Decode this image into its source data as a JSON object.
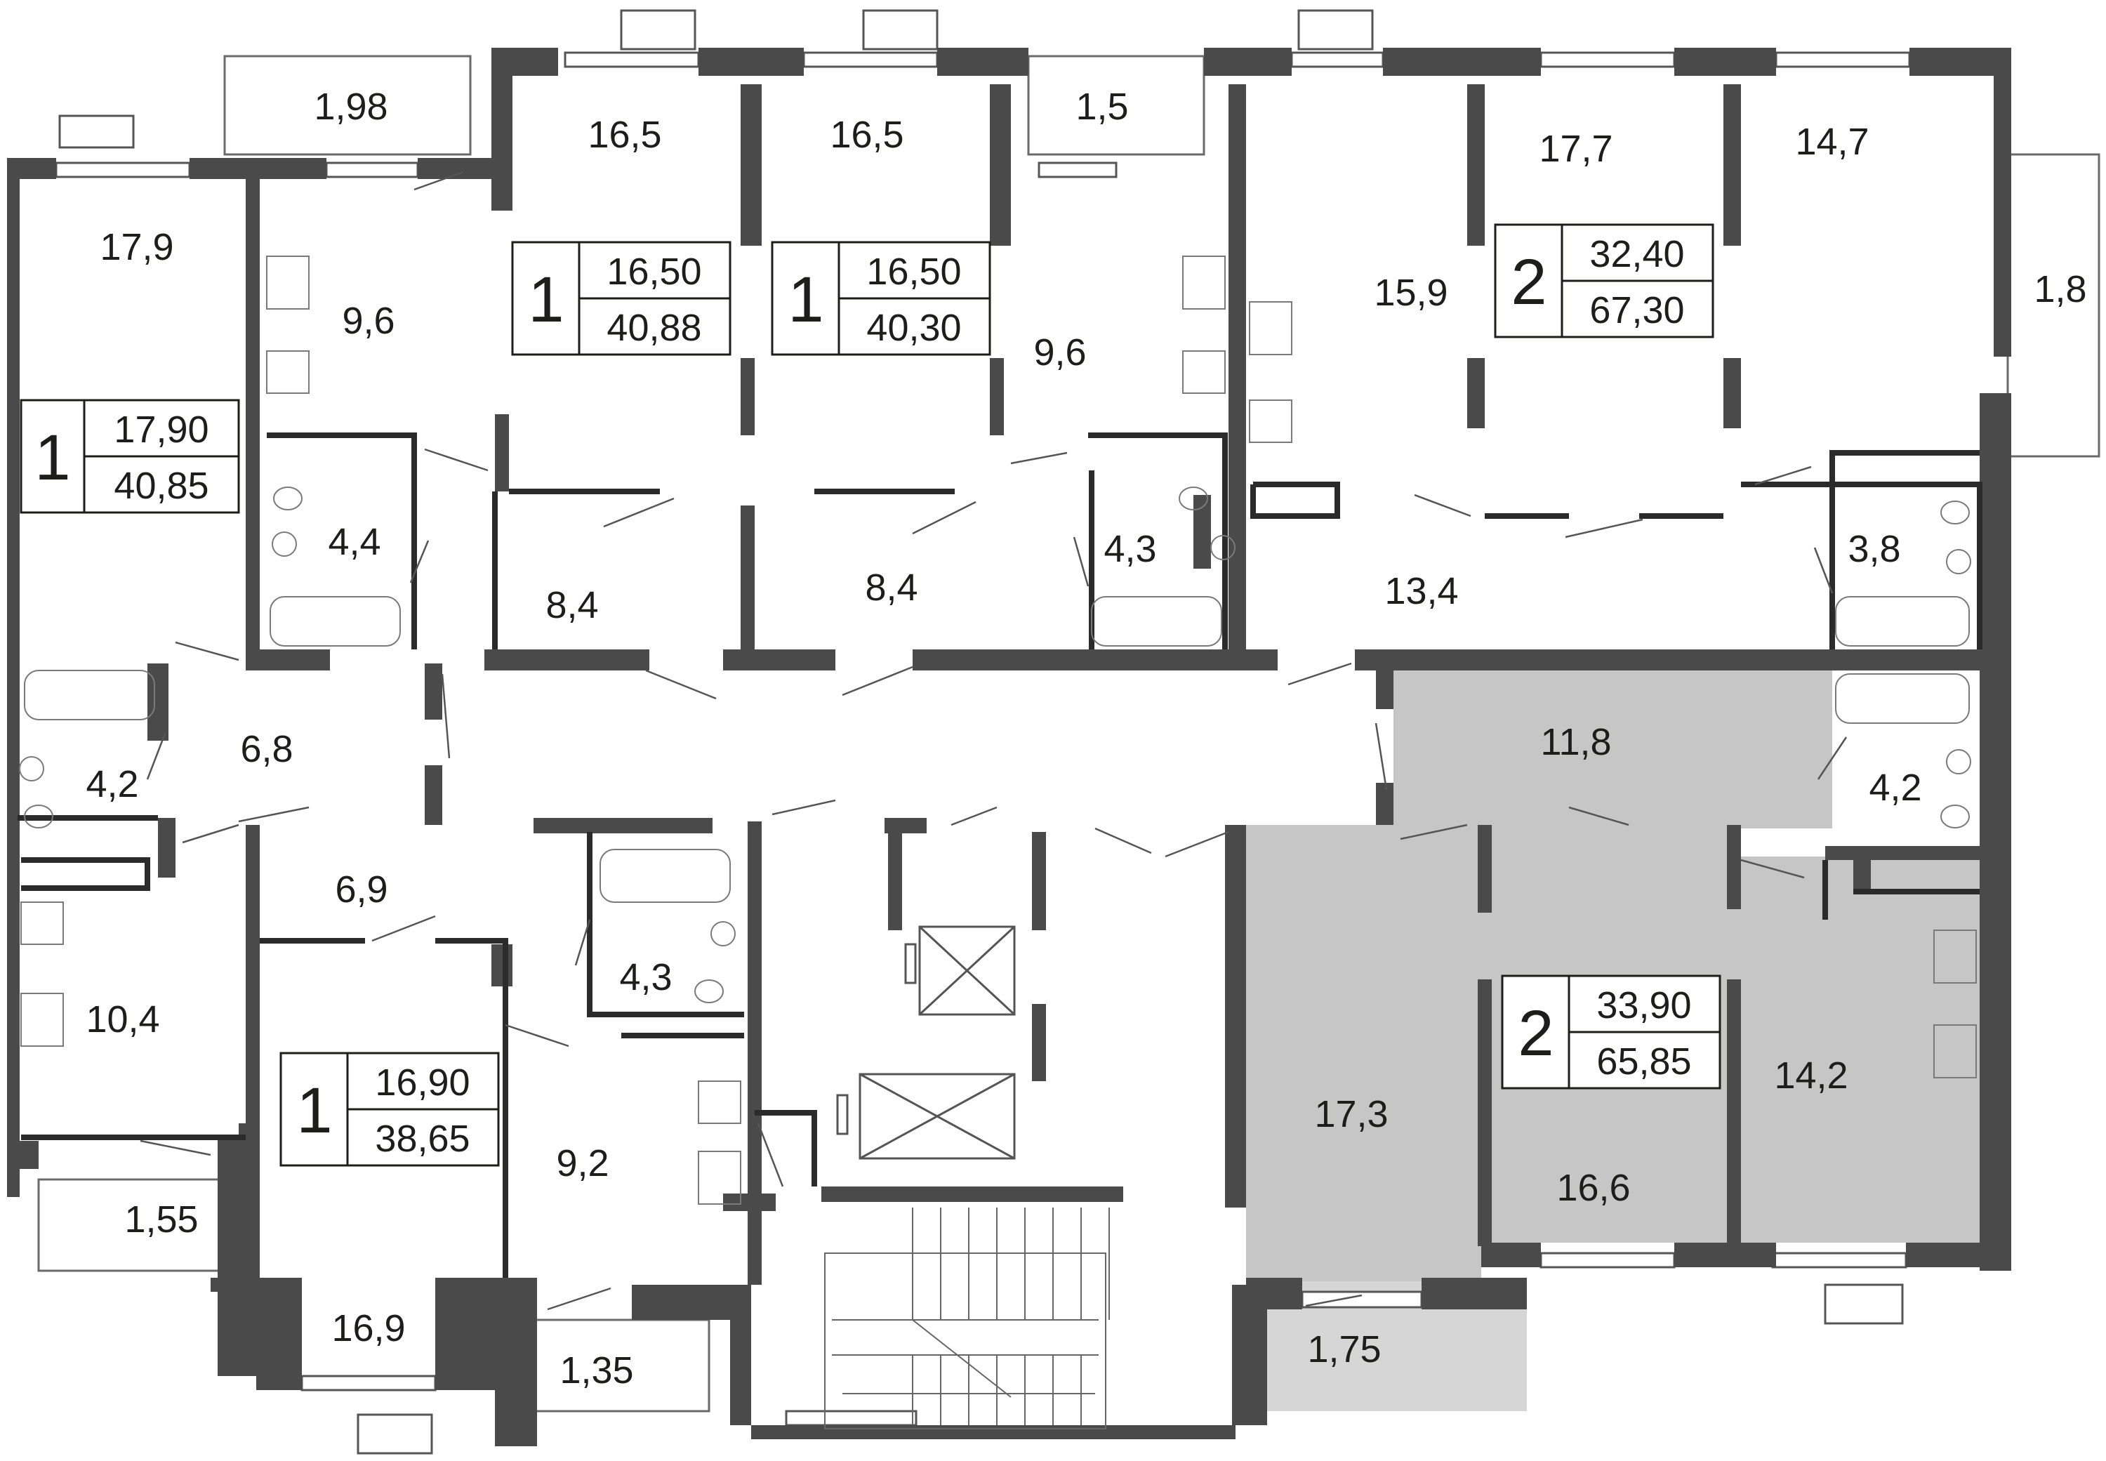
{
  "colors": {
    "wall": "#4a4a4a",
    "highlight": "#c6c6c6",
    "balcony_highlight": "#d6d6d6",
    "background": "#ffffff",
    "text": "#1d1d1b"
  },
  "rooms": {
    "r_1_98": "1,98",
    "r_16_5a": "16,5",
    "r_16_5b": "16,5",
    "r_1_5": "1,5",
    "r_17_7": "17,7",
    "r_14_7": "14,7",
    "r_17_9": "17,9",
    "r_9_6a": "9,6",
    "r_15_9": "15,9",
    "r_1_8": "1,8",
    "r_9_6b": "9,6",
    "r_4_4": "4,4",
    "r_8_4a": "8,4",
    "r_8_4b": "8,4",
    "r_4_3a": "4,3",
    "r_13_4": "13,4",
    "r_3_8": "3,8",
    "r_11_8": "11,8",
    "r_6_8": "6,8",
    "r_4_2a": "4,2",
    "r_4_2b": "4,2",
    "r_6_9": "6,9",
    "r_4_3b": "4,3",
    "r_10_4": "10,4",
    "r_14_2": "14,2",
    "r_17_3": "17,3",
    "r_9_2": "9,2",
    "r_16_6": "16,6",
    "r_1_55": "1,55",
    "r_16_9": "16,9",
    "r_1_75": "1,75",
    "r_1_35": "1,35"
  },
  "apartments": [
    {
      "rooms": "1",
      "living": "17,90",
      "total": "40,85"
    },
    {
      "rooms": "1",
      "living": "16,50",
      "total": "40,88"
    },
    {
      "rooms": "1",
      "living": "16,50",
      "total": "40,30"
    },
    {
      "rooms": "2",
      "living": "32,40",
      "total": "67,30"
    },
    {
      "rooms": "2",
      "living": "33,90",
      "total": "65,85"
    },
    {
      "rooms": "1",
      "living": "16,90",
      "total": "38,65"
    }
  ]
}
